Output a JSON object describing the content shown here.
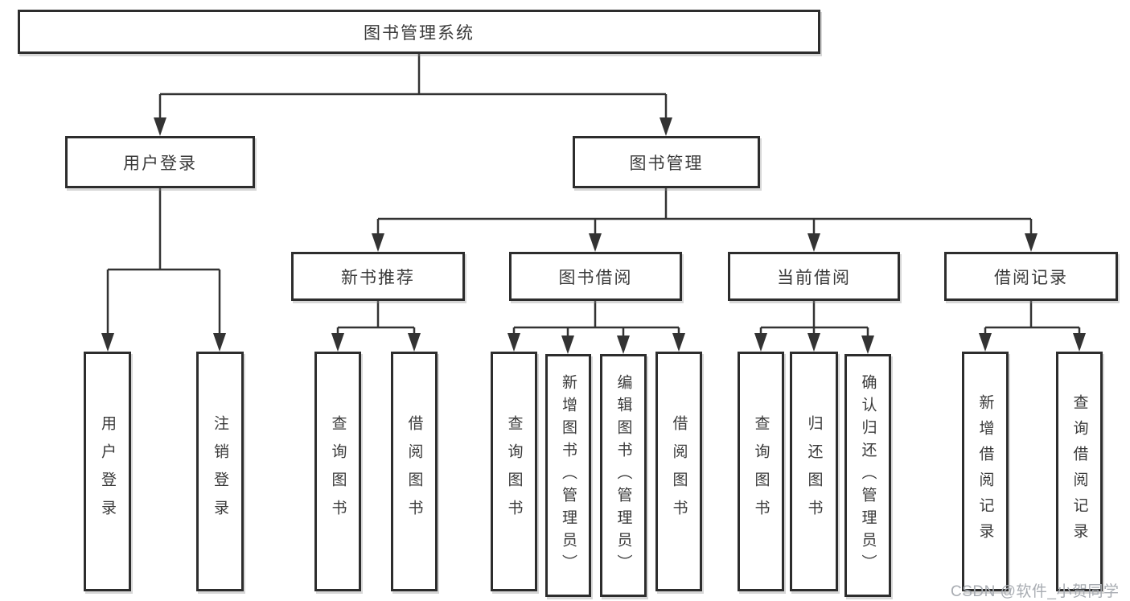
{
  "tree": {
    "root": {
      "label": "图书管理系统"
    },
    "branches": [
      {
        "label": "用户登录",
        "children": [
          {
            "label": "用户登录"
          },
          {
            "label": "注销登录"
          }
        ]
      },
      {
        "label": "图书管理",
        "children": [
          {
            "label": "新书推荐",
            "children": [
              {
                "label": "查询图书"
              },
              {
                "label": "借阅图书"
              }
            ]
          },
          {
            "label": "图书借阅",
            "children": [
              {
                "label": "查询图书"
              },
              {
                "label": "新增图书（管理员）"
              },
              {
                "label": "编辑图书（管理员）"
              },
              {
                "label": "借阅图书"
              }
            ]
          },
          {
            "label": "当前借阅",
            "children": [
              {
                "label": "查询图书"
              },
              {
                "label": "归还图书"
              },
              {
                "label": "确认归还（管理员）"
              }
            ]
          },
          {
            "label": "借阅记录",
            "children": [
              {
                "label": "新增借阅记录"
              },
              {
                "label": "查询借阅记录"
              }
            ]
          }
        ]
      }
    ]
  },
  "watermark": {
    "text": "CSDN @软件_小贺同学"
  },
  "colors": {
    "line": "#333333",
    "box_border": "#2d2d2d",
    "text": "#3a3a3a",
    "watermark": "#a8acb2"
  }
}
